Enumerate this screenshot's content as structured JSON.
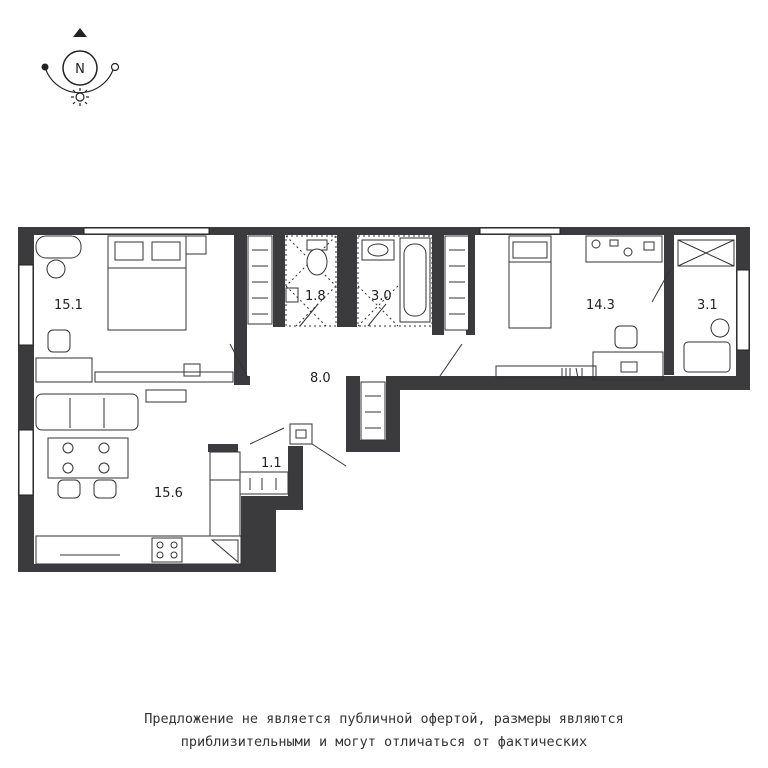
{
  "compass": {
    "label": "N"
  },
  "rooms": [
    {
      "id": "bedroom-1",
      "area": "15.1"
    },
    {
      "id": "toilet",
      "area": "1.8"
    },
    {
      "id": "bathroom",
      "area": "3.0"
    },
    {
      "id": "bedroom-2",
      "area": "14.3"
    },
    {
      "id": "closet",
      "area": "3.1"
    },
    {
      "id": "hallway",
      "area": "8.0"
    },
    {
      "id": "storage",
      "area": "1.1"
    },
    {
      "id": "kitchen-living",
      "area": "15.6"
    }
  ],
  "disclaimer": {
    "line1": "Предложение не является публичной офертой, размеры являются",
    "line2": "приблизительными и могут отличаться от фактических"
  }
}
